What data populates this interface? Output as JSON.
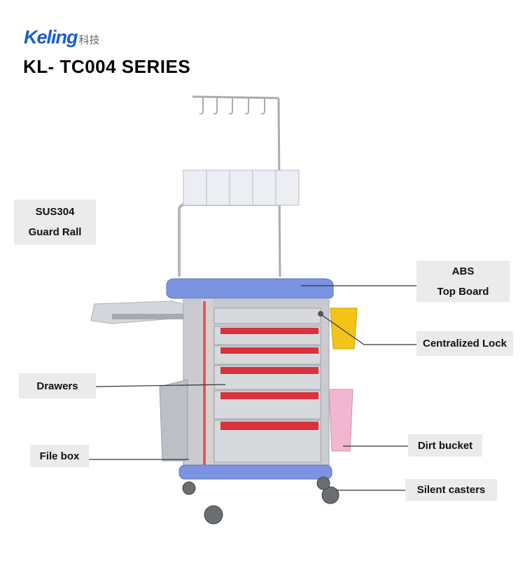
{
  "brand": {
    "logo_text": "Keling",
    "logo_cn": "科技"
  },
  "title": "KL- TC004 SERIES",
  "callouts": {
    "guard_rail": {
      "line1": "SUS304",
      "line2": "Guard Rall"
    },
    "top_board": {
      "line1": "ABS",
      "line2": "Top Board"
    },
    "lock": "Centralized Lock",
    "drawers": "Drawers",
    "file_box": "File box",
    "dirt_bucket": "Dirt bucket",
    "casters": "Silent casters"
  },
  "colors": {
    "frame_blue": "#7b93e0",
    "drawer_red": "#d8323c",
    "body_gray": "#c9cbd0",
    "bucket_pink": "#f1b6d0",
    "bucket_yellow": "#f2c418"
  }
}
